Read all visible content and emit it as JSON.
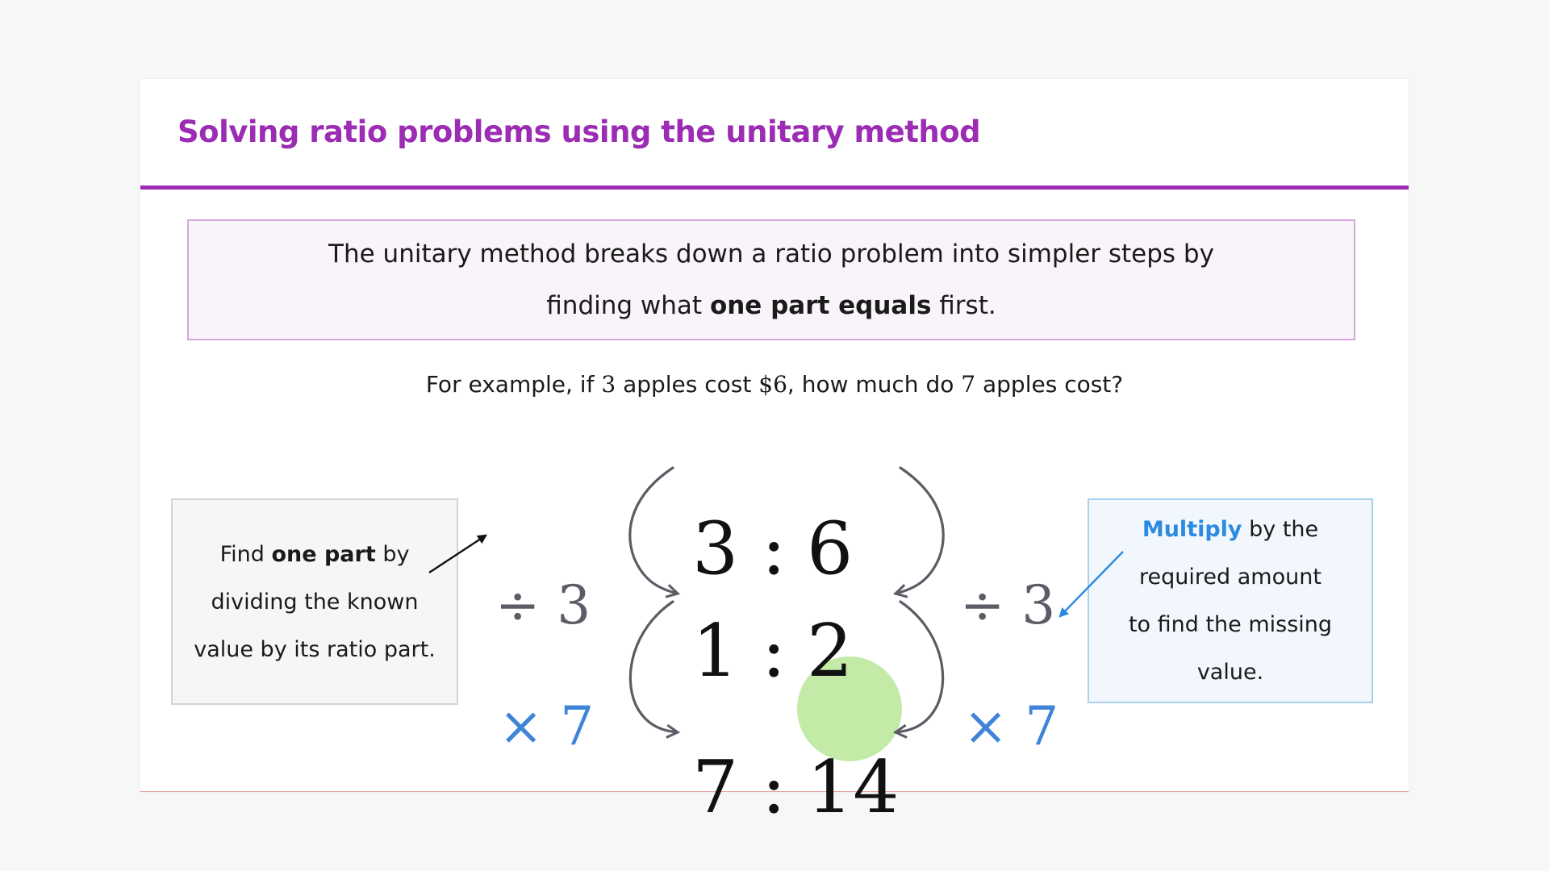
{
  "slide": {
    "title": "Solving ratio problems using the unitary method",
    "colors": {
      "title": "#9b2cb3",
      "highlight_blue": "#2b8ae2",
      "answer_circle": "#c3eaa6"
    }
  },
  "intro": {
    "line1": "The unitary method breaks down a ratio problem into simpler steps by",
    "line2_pre": "finding what ",
    "line2_bold": "one part equals",
    "line2_post": " first."
  },
  "example": {
    "p1": "For example, if ",
    "n1": "3",
    "p2": " apples cost ",
    "cost": "$6",
    "p3": ", how much do ",
    "n2": "7",
    "p4": " apples cost?"
  },
  "ratios": {
    "row1": {
      "a": "3",
      "b": "6"
    },
    "row2": {
      "a": "1",
      "b": "2"
    },
    "row3": {
      "a": "7",
      "b": "14"
    },
    "separator": ":"
  },
  "operations": {
    "divide": "÷ 3",
    "multiply": "× 7"
  },
  "left_note": {
    "l1_pre": "Find ",
    "l1_bold": "one part",
    "l1_post": " by",
    "l2": "dividing the known",
    "l3": "value by its ratio part."
  },
  "right_note": {
    "l1_bold": "Multiply",
    "l1_post": " by the",
    "l2": "required amount",
    "l3": "to find the missing",
    "l4": "value."
  }
}
